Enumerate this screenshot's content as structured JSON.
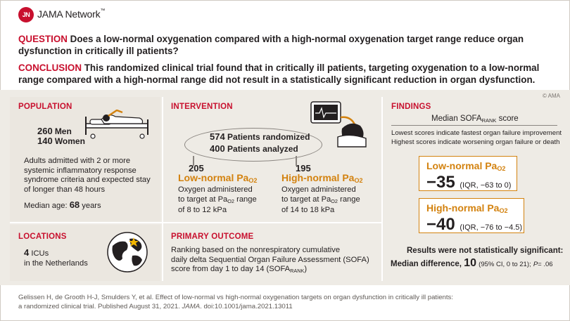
{
  "header": {
    "logo_mark": "JN",
    "logo_text": "JAMA Network",
    "question_label": "QUESTION",
    "question_text": "Does a low-normal oxygenation compared with a high-normal oxygenation target range reduce organ dysfunction in critically ill patients?",
    "conclusion_label": "CONCLUSION",
    "conclusion_text": "This randomized clinical trial found that in critically ill patients, targeting oxygenation to a low-normal range compared with a high-normal range did not result in a statistically significant reduction in organ dysfunction."
  },
  "copyright": "© AMA",
  "population": {
    "title": "POPULATION",
    "men_count": "260",
    "men_label": "Men",
    "women_count": "140",
    "women_label": "Women",
    "description": "Adults admitted with 2 or more systemic inflammatory response syndrome criteria and expected stay of longer than 48 hours",
    "age_label": "Median age:",
    "age_value": "68",
    "age_unit": "years"
  },
  "locations": {
    "title": "LOCATIONS",
    "count": "4",
    "count_label": "ICUs",
    "place": "in the Netherlands"
  },
  "intervention": {
    "title": "INTERVENTION",
    "randomized_count": "574",
    "randomized_label": "Patients randomized",
    "analyzed_count": "400",
    "analyzed_label": "Patients analyzed",
    "low": {
      "count": "205",
      "label": "Low-normal Pa",
      "sub": "O2",
      "text1": "Oxygen administered",
      "text2": "to target at Pa",
      "text3": "range",
      "text4": "of 8 to 12 kPa"
    },
    "high": {
      "count": "195",
      "label": "High-normal Pa",
      "sub": "O2",
      "text1": "Oxygen administered",
      "text2": "to target at Pa",
      "text3": "range",
      "text4": "of 14 to 18 kPa"
    }
  },
  "primary_outcome": {
    "title": "PRIMARY OUTCOME",
    "line1": "Ranking based on the nonrespiratory cumulative",
    "line2": "daily delta Sequential Organ Failure Assessment (SOFA)",
    "line3": "score from day 1 to day 14 (SOFA",
    "line3_sub": "RANK",
    "line3_end": ")"
  },
  "findings": {
    "title": "FINDINGS",
    "score_title": "Median SOFA",
    "score_title_sub": "RANK",
    "score_title_end": "score",
    "note1": "Lowest scores indicate fastest organ failure improvement",
    "note2": "Highest scores indicate worsening organ failure or death",
    "low": {
      "label": "Low-normal Pa",
      "sub": "O2",
      "value": "−35",
      "iqr": "(IQR, −63 to 0)"
    },
    "high": {
      "label": "High-normal Pa",
      "sub": "O2",
      "value": "−40",
      "iqr": "(IQR, −76 to −4.5)"
    },
    "result": "Results were not statistically significant:",
    "diff_label": "Median difference,",
    "diff_value": "10",
    "diff_ci": "(95% CI, 0 to 21);",
    "diff_p_label": "P",
    "diff_p": "= .06"
  },
  "citation": {
    "text1": "Gelissen H, de Grooth H-J, Smulders Y, et al. Effect of low-normal vs high-normal oxygenation targets on organ dysfunction in critically ill patients:",
    "text2": "a randomized clinical trial. Published August 31, 2021.",
    "journal": "JAMA",
    "doi": ". doi:10.1001/jama.2021.13011"
  },
  "icons": [
    "bed-icon",
    "monitor-icon",
    "globe-icon"
  ],
  "colors": {
    "accent": "#c8102e",
    "orange": "#d3820f",
    "panel": "#eeebe5"
  }
}
